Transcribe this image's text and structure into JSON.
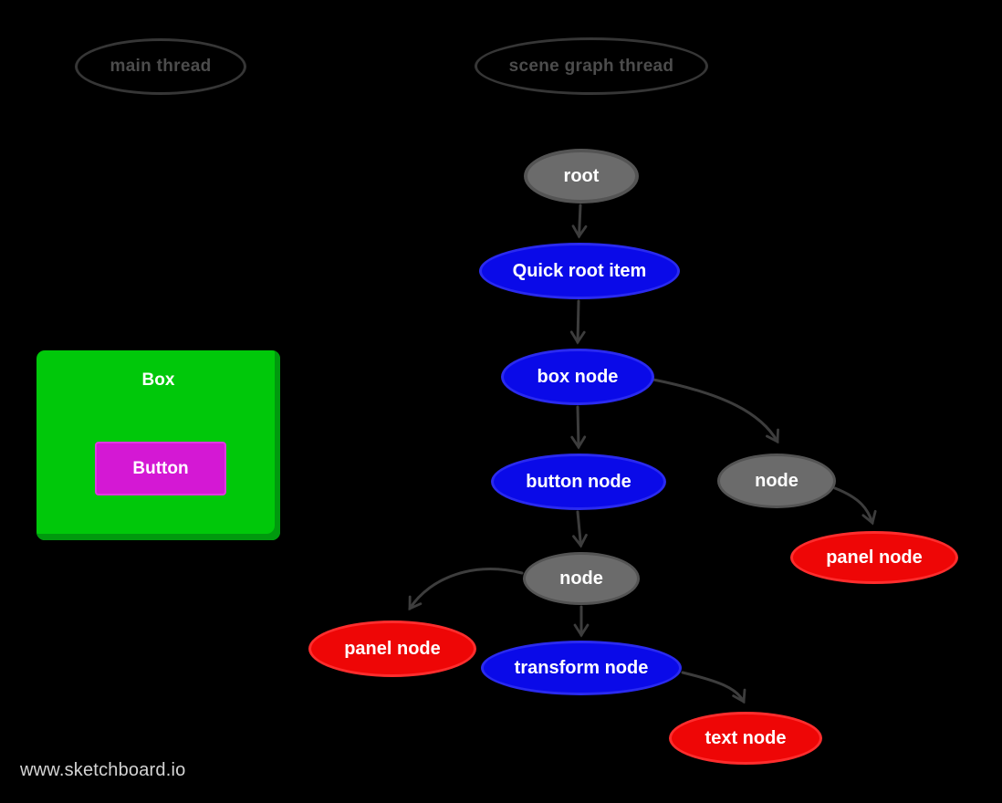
{
  "watermark": "www.sketchboard.io",
  "threads": [
    {
      "id": "main-thread",
      "label": "main thread"
    },
    {
      "id": "scene-graph-thread",
      "label": "scene graph thread"
    }
  ],
  "main_thread_ui": {
    "box_label": "Box",
    "button_label": "Button",
    "box_color": "#00c80a",
    "box_shade_color": "#00990e",
    "button_color": "#d418d4"
  },
  "graph": {
    "node_colors": {
      "gray": {
        "fill": "#6b6b6b",
        "stroke": "#545454"
      },
      "blue": {
        "fill": "#0a0ae8",
        "stroke": "#2a2af0"
      },
      "red": {
        "fill": "#ee0606",
        "stroke": "#ff2d2d"
      }
    },
    "edge_color": "#3d3d3d",
    "nodes": [
      {
        "id": "root",
        "label": "root",
        "type": "gray"
      },
      {
        "id": "quick-root-item",
        "label": "Quick root item",
        "type": "blue"
      },
      {
        "id": "box-node",
        "label": "box node",
        "type": "blue"
      },
      {
        "id": "button-node",
        "label": "button node",
        "type": "blue"
      },
      {
        "id": "node-right",
        "label": "node",
        "type": "gray"
      },
      {
        "id": "panel-node-right",
        "label": "panel node",
        "type": "red"
      },
      {
        "id": "node-mid",
        "label": "node",
        "type": "gray"
      },
      {
        "id": "panel-node-left",
        "label": "panel node",
        "type": "red"
      },
      {
        "id": "transform-node",
        "label": "transform node",
        "type": "blue"
      },
      {
        "id": "text-node",
        "label": "text node",
        "type": "red"
      }
    ],
    "edges": [
      {
        "from": "root",
        "to": "quick-root-item"
      },
      {
        "from": "quick-root-item",
        "to": "box-node"
      },
      {
        "from": "box-node",
        "to": "button-node"
      },
      {
        "from": "box-node",
        "to": "node-right"
      },
      {
        "from": "node-right",
        "to": "panel-node-right"
      },
      {
        "from": "button-node",
        "to": "node-mid"
      },
      {
        "from": "node-mid",
        "to": "panel-node-left"
      },
      {
        "from": "node-mid",
        "to": "transform-node"
      },
      {
        "from": "transform-node",
        "to": "text-node"
      }
    ]
  }
}
